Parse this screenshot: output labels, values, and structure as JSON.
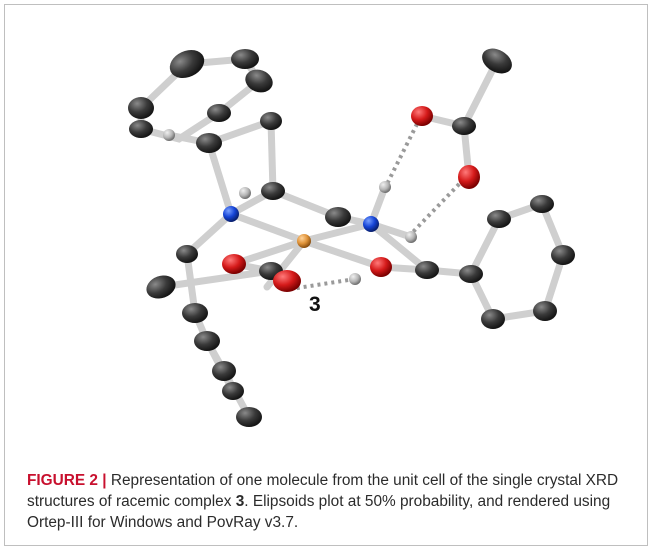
{
  "figure": {
    "compound_label": "3",
    "caption": {
      "label": "FIGURE 2 |",
      "text_1": " Representation of one molecule from the unit cell of the single crystal XRD structures of racemic complex ",
      "compound_ref": "3",
      "text_2": ". Elipsoids plot at 50% probability, and rendered using Ortep-III for Windows and PovRay v3.7."
    },
    "atom_colors": {
      "carbon": "#3a3a3a",
      "oxygen": "#d51a1a",
      "nitrogen": "#1544d6",
      "metal": "#e0943a",
      "hydrogen": "#b5b5b5",
      "bond": "#cfcfcf"
    }
  }
}
